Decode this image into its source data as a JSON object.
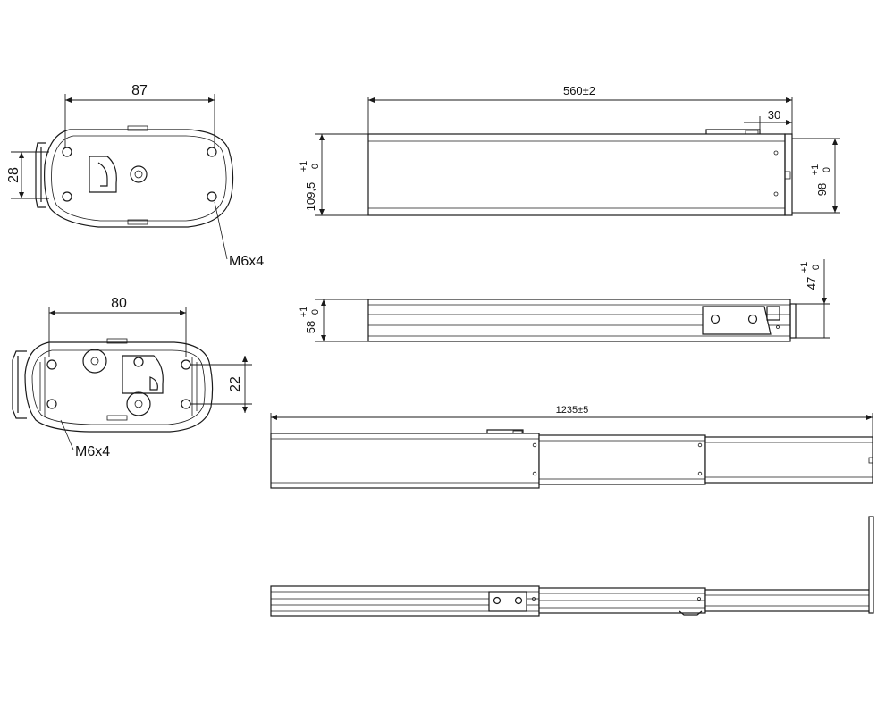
{
  "end_view_top": {
    "width_dim": "87",
    "height_dim": "28",
    "thread_callout": "M6x4"
  },
  "end_view_bottom": {
    "width_dim": "80",
    "height_dim": "22",
    "thread_callout": "M6x4"
  },
  "side_view_retracted": {
    "length_dim": "560±2",
    "end_offset_dim": "30",
    "height_left_dim": "109,5",
    "height_left_tol_upper": "+1",
    "height_left_tol_lower": "0",
    "height_right_dim": "98",
    "height_right_tol_upper": "+1",
    "height_right_tol_lower": "0"
  },
  "top_view_retracted": {
    "height_left_dim": "58",
    "height_left_tol_upper": "+1",
    "height_left_tol_lower": "0",
    "height_right_dim": "47",
    "height_right_tol_upper": "+1",
    "height_right_tol_lower": "0"
  },
  "side_view_extended": {
    "length_dim": "1235±5"
  }
}
